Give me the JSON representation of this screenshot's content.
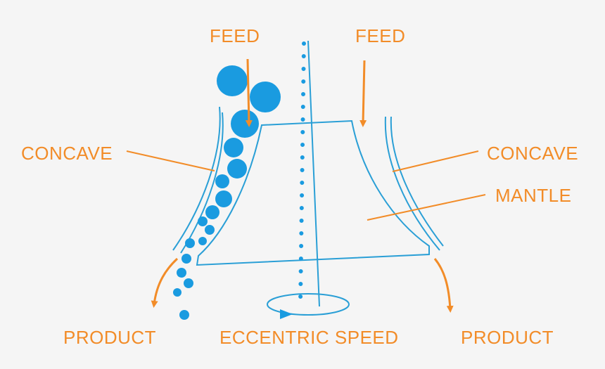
{
  "labels": {
    "feed_left": "FEED",
    "feed_right": "FEED",
    "concave_left": "CONCAVE",
    "concave_right": "CONCAVE",
    "mantle": "MANTLE",
    "product_left": "PRODUCT",
    "eccentric_speed": "ECCENTRIC SPEED",
    "product_right": "PRODUCT"
  },
  "colors": {
    "label": "#f28c28",
    "leader": "#f28c28",
    "outline": "#2a9fd6",
    "particle": "#1a9be0",
    "background": "#f5f5f5"
  },
  "icons": {
    "feed_arrows": "arrow-down-icon",
    "product_arrows": "curved-arrow-down-icon",
    "rotation": "rotation-ellipse-arrow-icon"
  }
}
